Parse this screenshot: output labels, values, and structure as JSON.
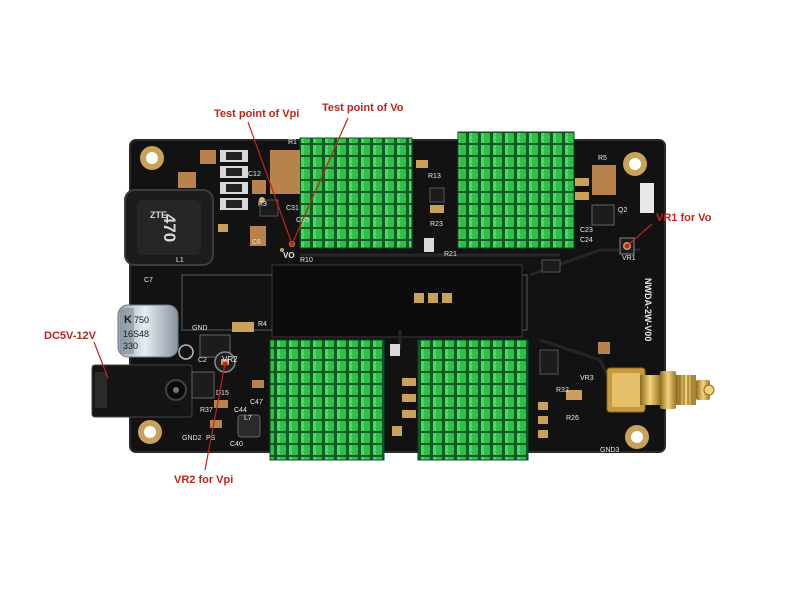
{
  "annotations": {
    "test_point_vpi": "Test point of Vpi",
    "test_point_vo": "Test point of Vo",
    "vr1_for_vo": "VR1 for Vo",
    "dc_input": "DC5V-12V",
    "vr2_for_vpi": "VR2 for Vpi"
  },
  "board_markings": {
    "inductor_code": "470",
    "inductor_brand": "ZTE",
    "capacitor_brand": "K",
    "capacitor_lot": "16S48",
    "capacitor_value": "750",
    "capacitor_code": "330",
    "board_name": "NWDA-2W-V00",
    "vo_label": "VO",
    "vr2_label": "VR2",
    "vr1_label": "VR1",
    "gnd_label": "GND",
    "gnd2_label": "GND2",
    "l1_label": "L1",
    "c7_label": "C7",
    "c6_label": "C6",
    "gnd3_label": "GND3",
    "c44_label": "C44",
    "ps_label": "PS",
    "label_d15": "D15",
    "label_l7": "L7",
    "label_c40": "C40",
    "label_r37": "R37",
    "label_c12": "C12",
    "label_c31": "C31",
    "label_c35": "C35",
    "label_r3": "R3",
    "label_r10": "R10",
    "label_r21": "R21",
    "label_q2": "Q2",
    "label_r13": "R13",
    "label_r23": "R23",
    "label_c23": "C23",
    "label_c24": "C24",
    "label_r5": "R5",
    "label_r1": "R1",
    "label_r4": "R4",
    "label_c2": "C2",
    "label_r26": "R26",
    "label_c47": "C47",
    "label_r32": "R32",
    "label_vr3": "VR3"
  },
  "colors": {
    "background": "#ffffff",
    "pcb": "#121212",
    "heatsink_green": "#2dbf4a",
    "annotation_red": "#c0241c",
    "silkscreen": "#e8e8e8",
    "gold_pad": "#c9a15a"
  }
}
